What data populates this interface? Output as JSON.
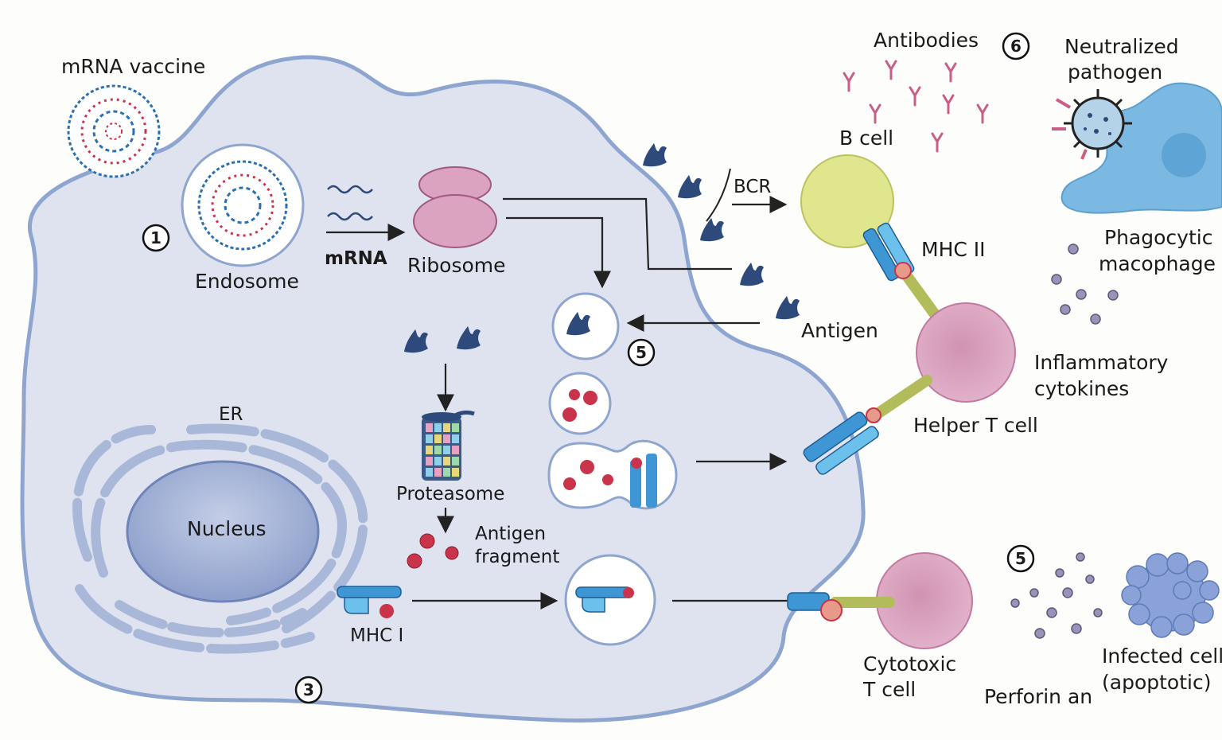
{
  "labels": {
    "mrna_vaccine": "mRNA vaccine",
    "endosome": "Endosome",
    "mrna": "mRNA",
    "ribosome": "Ribosome",
    "bcr": "BCR",
    "b_cell": "B cell",
    "antibodies": "Antibodies",
    "neutralized_pathogen_1": "Neutralized",
    "neutralized_pathogen_2": "pathogen",
    "phagocytic_1": "Phagocytic",
    "phagocytic_2": "macophage",
    "mhc_ii": "MHC II",
    "antigen": "Antigen",
    "inflammatory_1": "Inflammatory",
    "inflammatory_2": "cytokines",
    "helper_t_cell": "Helper T cell",
    "er": "ER",
    "nucleus": "Nucleus",
    "proteasome": "Proteasome",
    "antigen_fragment_1": "Antigen",
    "antigen_fragment_2": "fragment",
    "mhc_i": "MHC I",
    "cytotoxic_1": "Cytotoxic",
    "cytotoxic_2": "T cell",
    "perforin": "Perforin an",
    "infected_cell_1": "Infected cell",
    "infected_cell_2": "(apoptotic)"
  },
  "step_markers": {
    "s1": "1",
    "s3": "3",
    "s5a": "5",
    "s5b": "5",
    "s6": "6"
  },
  "colors": {
    "cell_fill": "#dfe3ef",
    "cell_outline": "#8ea6cf",
    "antigen": "#2e4a7a",
    "b_cell": "#dfe68e",
    "t_cell": "#d79cb8",
    "mhc": "#3e96d4",
    "fragment": "#c9344a",
    "macrophage": "#7cb9e2"
  }
}
